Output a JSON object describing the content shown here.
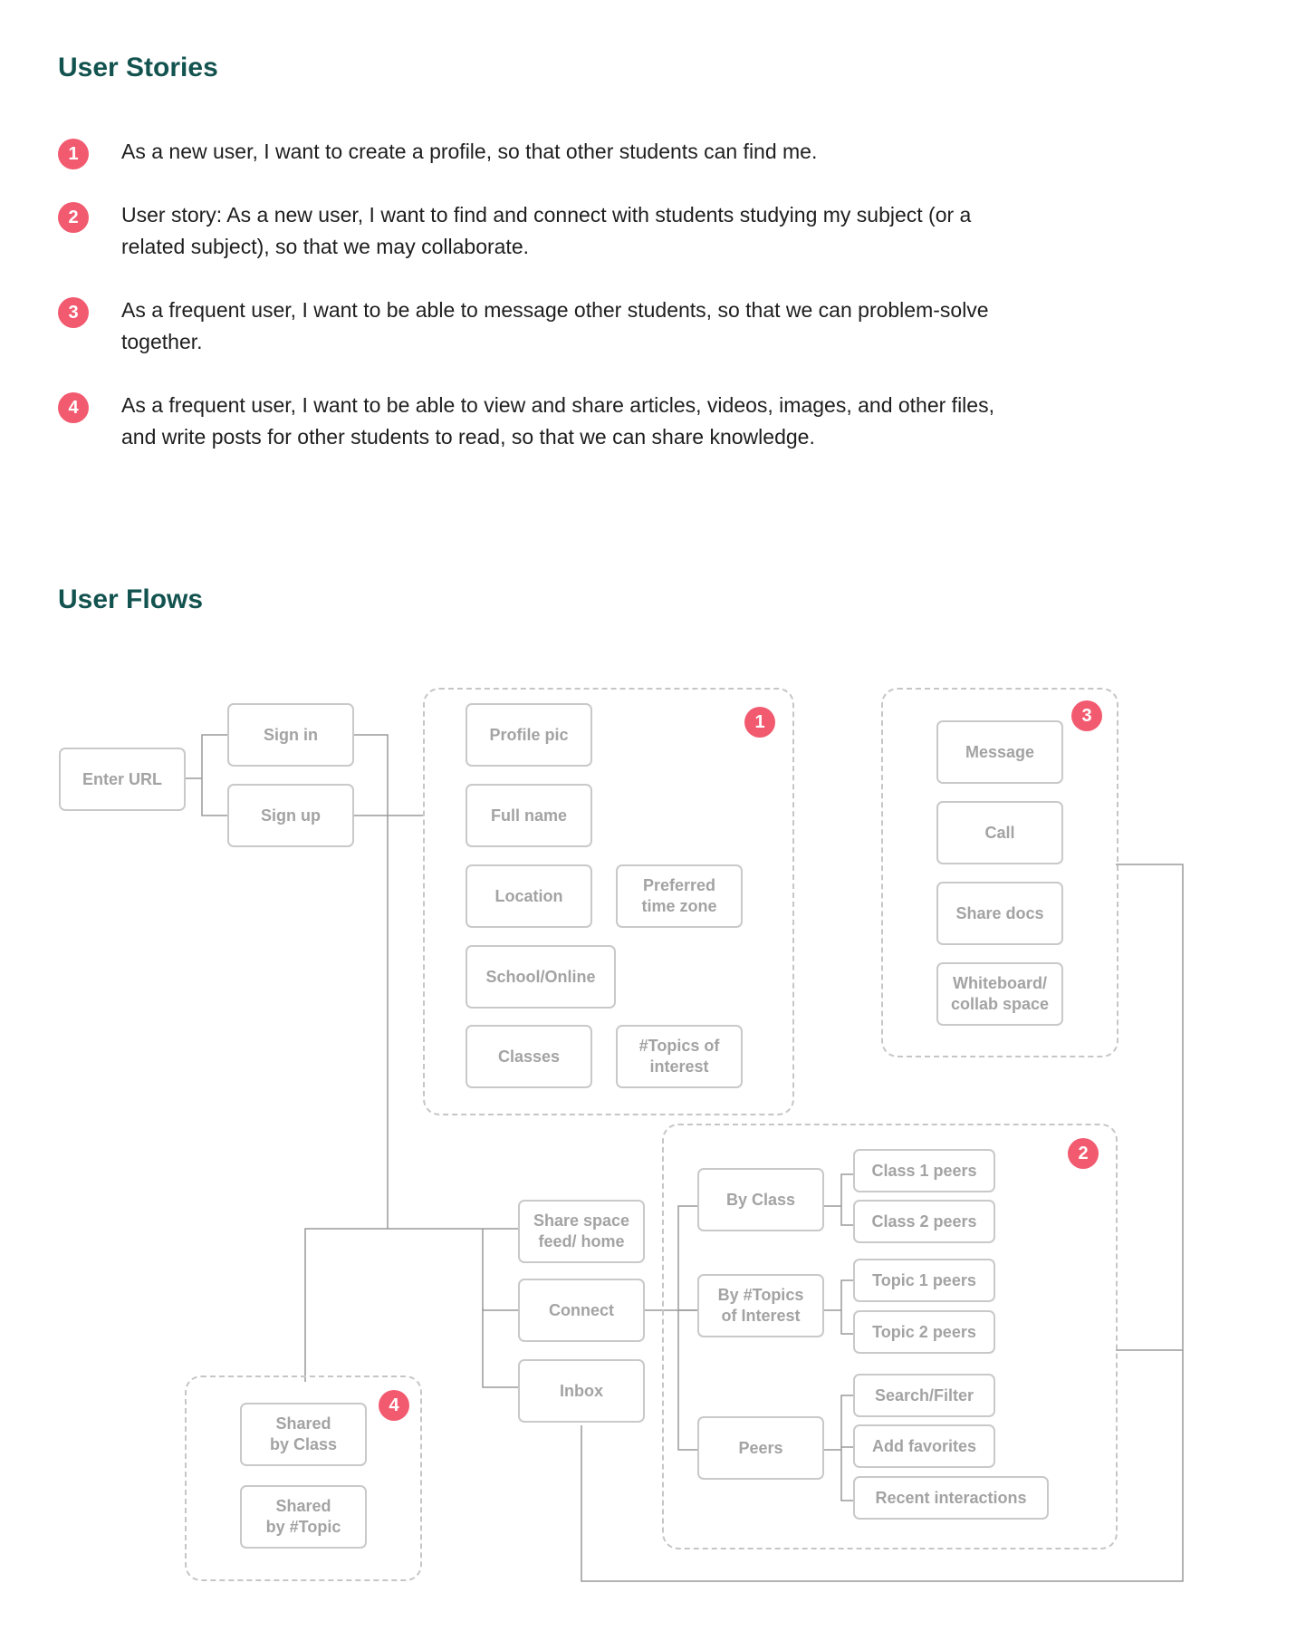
{
  "stories": {
    "heading": "User Stories",
    "items": [
      {
        "num": "1",
        "text": "As a new user, I want to create a profile, so that other students can find me."
      },
      {
        "num": "2",
        "text": "User story: As a new user, I want to find and connect with students studying my subject (or a related subject), so that we may collaborate."
      },
      {
        "num": "3",
        "text": "As a frequent user, I want to be able to message other students, so that we can problem-solve together."
      },
      {
        "num": "4",
        "text": "As a frequent user, I want to be able to view and share articles, videos, images, and other files, and write posts for other students to read, so that we can share knowledge."
      }
    ]
  },
  "flows": {
    "heading": "User Flows",
    "entry": {
      "enter_url": "Enter  URL",
      "sign_in": "Sign in",
      "sign_up": "Sign up"
    },
    "profile": {
      "badge": "1",
      "profile_pic": "Profile pic",
      "full_name": "Full name",
      "location": "Location",
      "time_zone": "Preferred\ntime zone",
      "school": "School/Online",
      "classes": "Classes",
      "topics": "#Topics of\ninterest"
    },
    "communication": {
      "badge": "3",
      "message": "Message",
      "call": "Call",
      "share_docs": "Share docs",
      "whiteboard": "Whiteboard/\ncollab space"
    },
    "connect_group": {
      "badge": "2",
      "by_class": "By Class",
      "class1": "Class 1 peers",
      "class2": "Class 2 peers",
      "by_topics": "By #Topics\nof Interest",
      "topic1": "Topic 1 peers",
      "topic2": "Topic 2 peers",
      "peers": "Peers",
      "search": "Search/Filter",
      "favorites": "Add favorites",
      "recent": "Recent interactions"
    },
    "main_nav": {
      "share_space": "Share space\nfeed/ home",
      "connect": "Connect",
      "inbox": "Inbox"
    },
    "shared": {
      "badge": "4",
      "by_class": "Shared\nby Class",
      "by_topic": "Shared\nby #Topic"
    }
  },
  "colors": {
    "heading": "#13534f",
    "badge": "#f25a6f",
    "node_border": "#c9c9c9",
    "node_text": "#a3a3a3",
    "connector": "#9a9a9a",
    "group_border": "#c6c6c6"
  }
}
